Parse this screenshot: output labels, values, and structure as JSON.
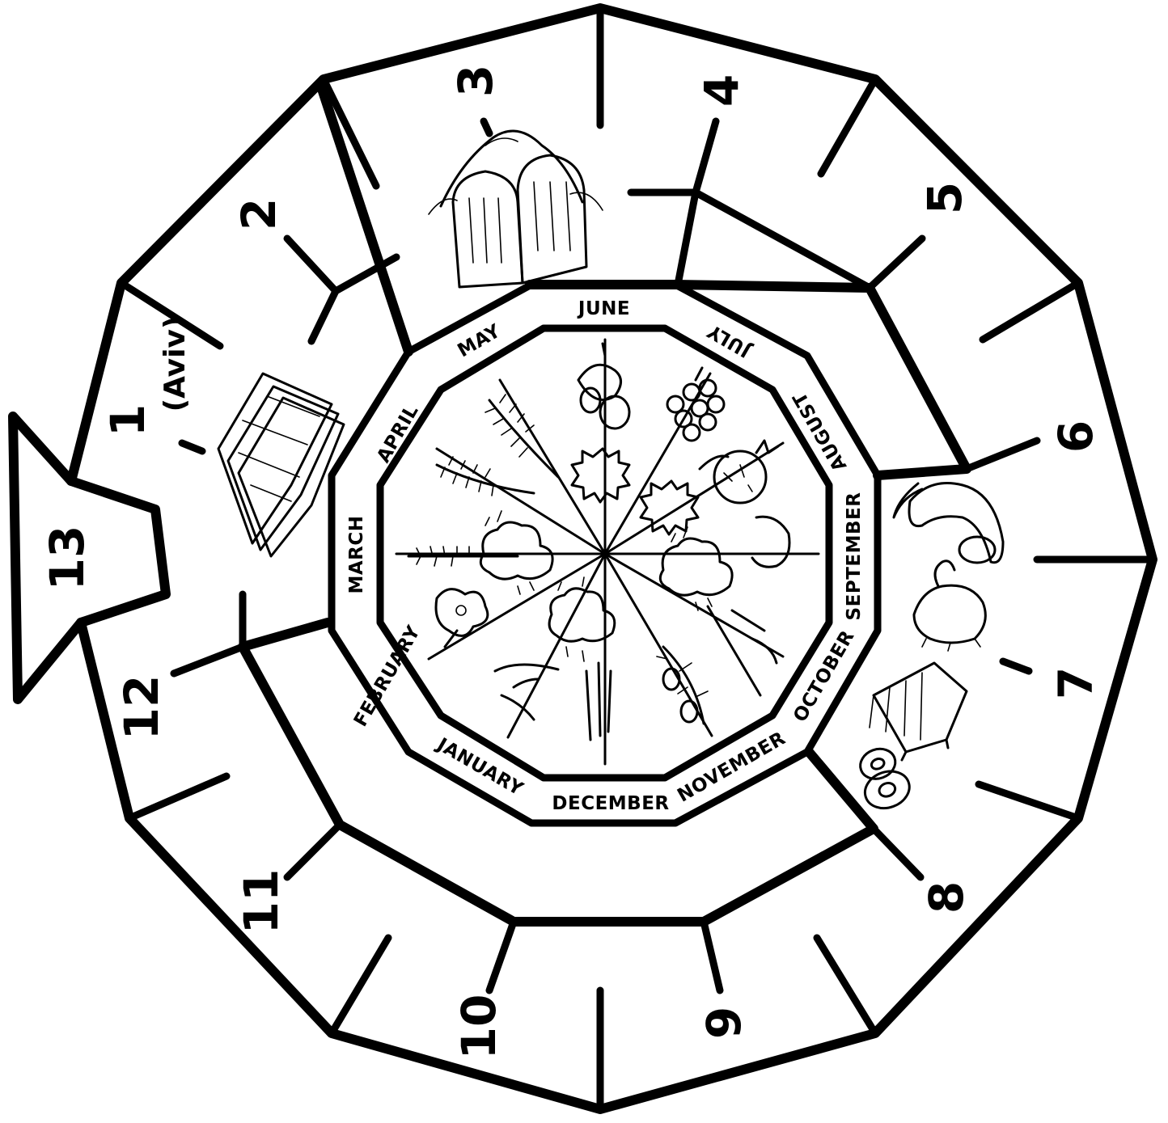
{
  "diagram": {
    "outer_numbers": [
      "1",
      "2",
      "3",
      "4",
      "5",
      "6",
      "7",
      "8",
      "9",
      "10",
      "11",
      "12",
      "13"
    ],
    "aviv_label": "(Aviv)",
    "months": [
      "JUNE",
      "JULY",
      "AUGUST",
      "SEPTEMBER",
      "OCTOBER",
      "NOVEMBER",
      "DECEMBER",
      "JANUARY",
      "FEBRUARY",
      "MARCH",
      "APRIL",
      "MAY"
    ],
    "icons": [
      "matzah-icon",
      "tablets-icon",
      "shofar-icon",
      "goat-icon",
      "sukkah-icon",
      "fig-icon",
      "grapes-icon",
      "pomegranate-icon",
      "olive-branch-icon",
      "plow-icon",
      "wheat-icon",
      "barley-icon",
      "flax-icon",
      "almond-blossom-icon",
      "sun-icon",
      "rain-cloud-icon"
    ]
  }
}
